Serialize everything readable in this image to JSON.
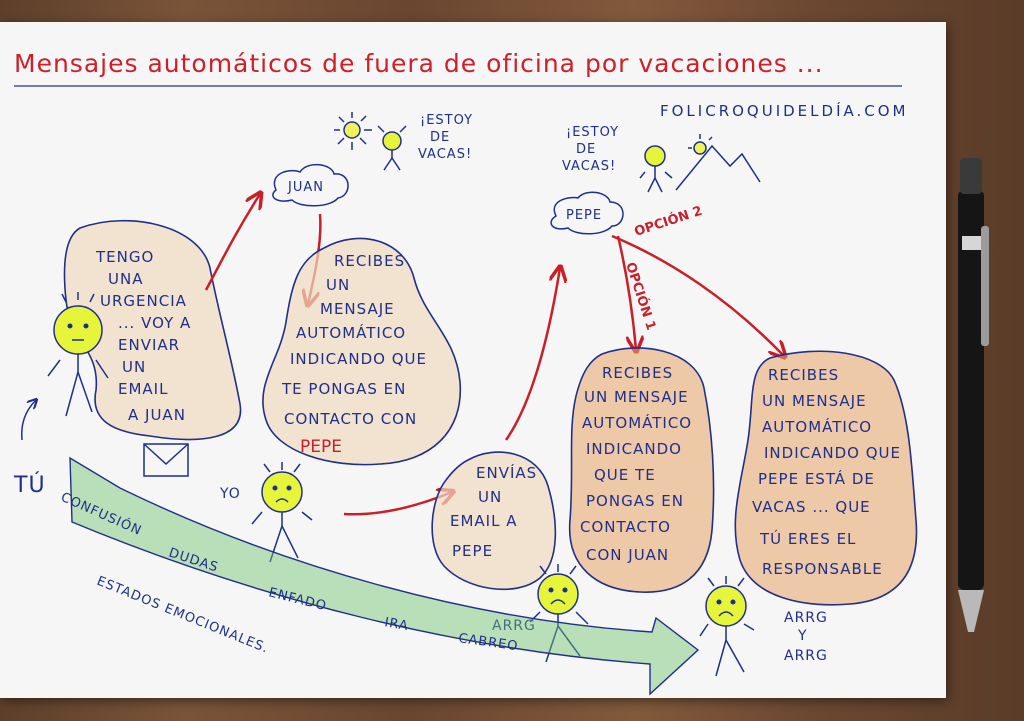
{
  "title": "Mensajes automáticos de fuera de oficina por vacaciones ...",
  "website": "FOLICROQUIDELDÍA.COM",
  "estoy_de_vacas": [
    "¡ESTOY",
    "DE",
    "VACAS!"
  ],
  "juan_label": "JUAN",
  "pepe_label": "PEPE",
  "tu_label": "TÚ",
  "yo_label": "YO",
  "bubble_tu": [
    "TENGO",
    "UNA",
    "URGENCIA",
    "... VOY A",
    "ENVIAR",
    "UN",
    "EMAIL",
    "A JUAN"
  ],
  "bubble_recibes": [
    "RECIBES",
    "UN",
    "MENSAJE",
    "AUTOMÁTICO",
    "INDICANDO QUE",
    "TE PONGAS EN",
    "CONTACTO CON"
  ],
  "bubble_recibes_pepe": "PEPE",
  "bubble_envias": [
    "ENVÍAS",
    "UN",
    "EMAIL A",
    "PEPE"
  ],
  "bubble_opcion1": [
    "RECIBES",
    "UN MENSAJE",
    "AUTOMÁTICO",
    "INDICANDO",
    "QUE TE",
    "PONGAS EN",
    "CONTACTO",
    "CON JUAN"
  ],
  "bubble_opcion2": [
    "RECIBES",
    "UN MENSAJE",
    "AUTOMÁTICO",
    "INDICANDO QUE",
    "PEPE ESTÁ DE",
    "VACAS ... QUE",
    "TÚ ERES EL",
    "RESPONSABLE"
  ],
  "opcion1_label": "OPCIÓN 1",
  "opcion2_label": "OPCIÓN 2",
  "arrg_1": "ARRG",
  "arrg_2": [
    "ARRG",
    "Y",
    "ARRG"
  ],
  "emotions_track": [
    "CONFUSIÓN",
    "DUDAS",
    "ENFADO",
    "IRA",
    "CABREO"
  ],
  "emotions_caption": "ESTADOS EMOCIONALES.",
  "colors": {
    "ink_blue": "#1f2f8a",
    "ink_red": "#c8202a",
    "face_yellow": "#e6f53a",
    "shade_orange": "#e8b07a",
    "shade_green": "#6cc36c"
  }
}
